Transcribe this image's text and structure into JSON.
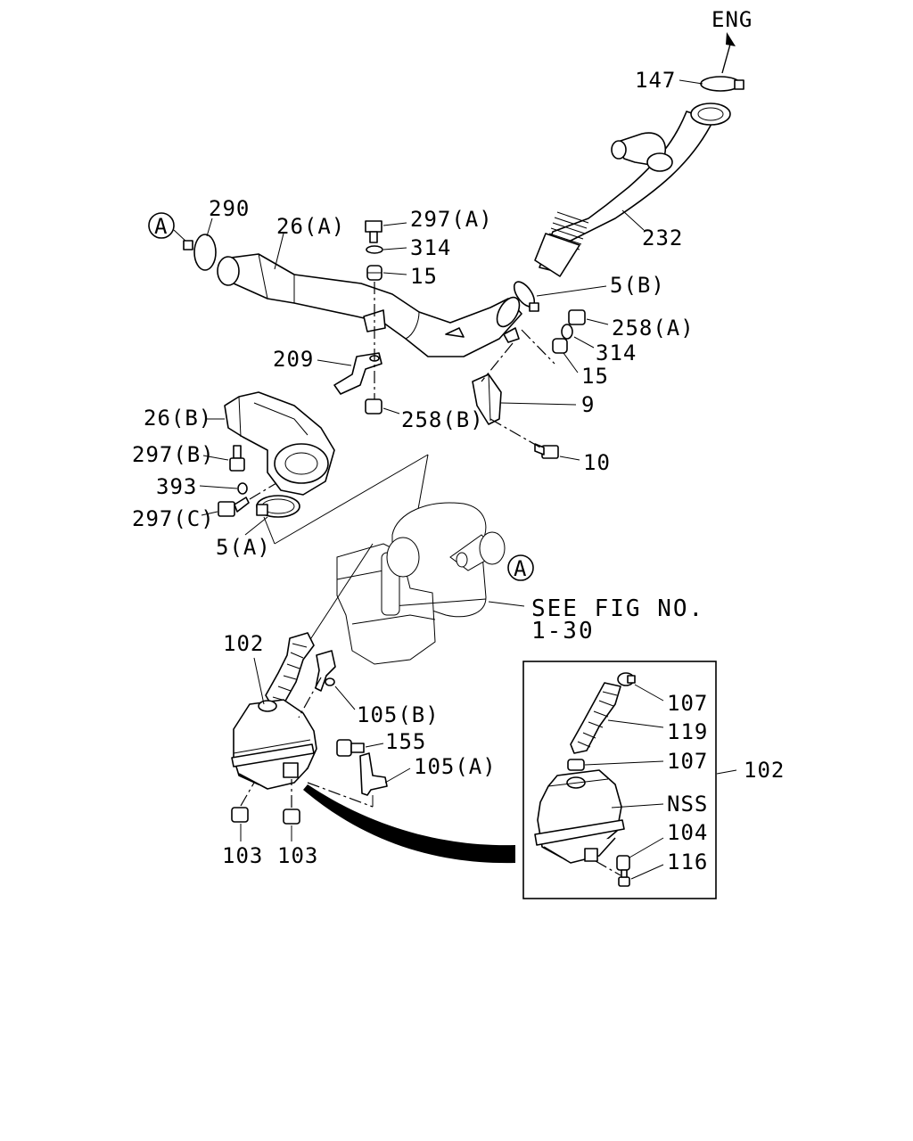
{
  "labels": {
    "eng": "ENG",
    "p147": "147",
    "p290": "290",
    "p26a": "26(A)",
    "p297a": "297(A)",
    "p314a": "314",
    "p15a": "15",
    "p232": "232",
    "p5b": "5(B)",
    "p258a": "258(A)",
    "p314b": "314",
    "p15b": "15",
    "p209": "209",
    "p258b": "258(B)",
    "p9": "9",
    "p26b": "26(B)",
    "p297b": "297(B)",
    "p10": "10",
    "p393": "393",
    "p297c": "297(C)",
    "p5a": "5(A)",
    "ref_a1": "A",
    "ref_a2": "A",
    "see_fig_1": "SEE FIG NO.",
    "see_fig_2": "1-30",
    "p102a": "102",
    "p105b": "105(B)",
    "p155": "155",
    "p105a": "105(A)",
    "p103a": "103",
    "p103b": "103",
    "inset_107a": "107",
    "inset_119": "119",
    "inset_107b": "107",
    "inset_102": "102",
    "inset_nss": "NSS",
    "inset_104": "104",
    "inset_116": "116"
  }
}
